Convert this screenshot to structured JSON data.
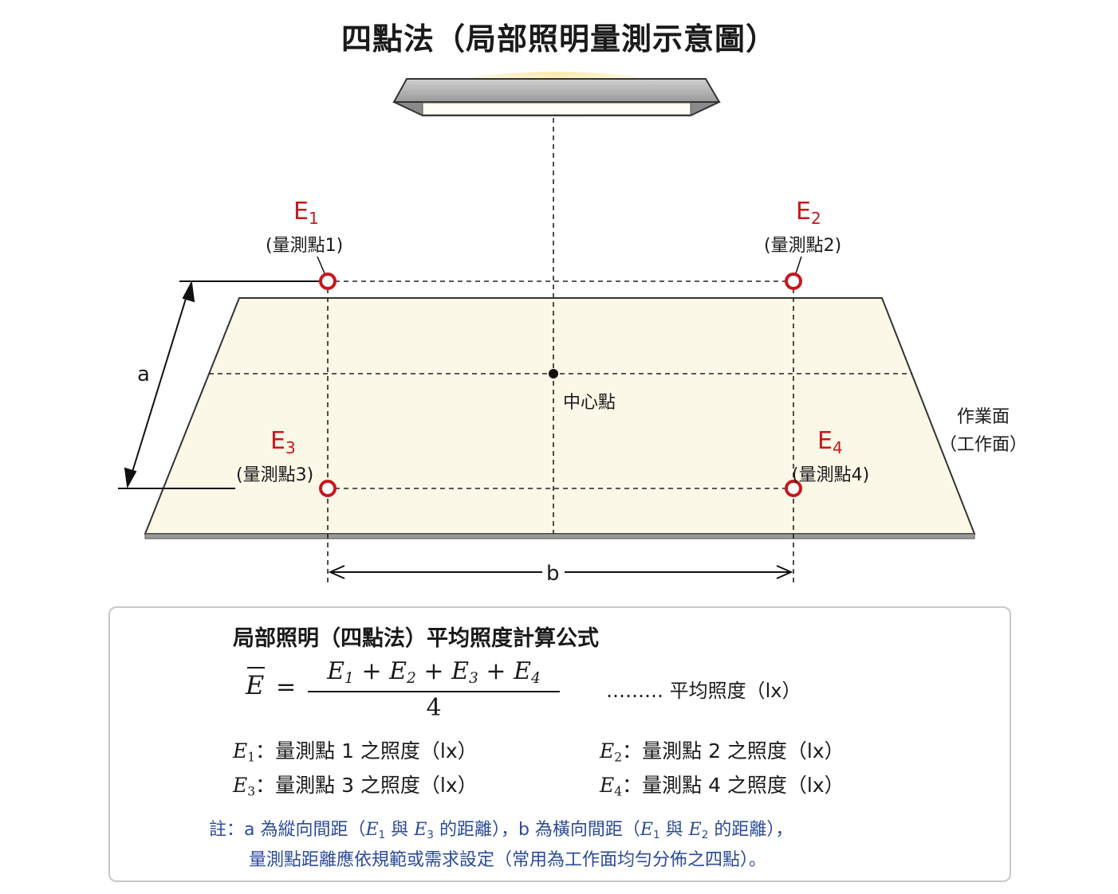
{
  "title": "四點法（局部照明量測示意圖）",
  "points": {
    "e1": {
      "symbol": "E",
      "sub": "1",
      "label": "(量測點1)"
    },
    "e2": {
      "symbol": "E",
      "sub": "2",
      "label": "(量測點2)"
    },
    "e3": {
      "symbol": "E",
      "sub": "3",
      "label": "(量測點3)"
    },
    "e4": {
      "symbol": "E",
      "sub": "4",
      "label": "(量測點4)"
    }
  },
  "center_label": "中心點",
  "surface_label_1": "作業面",
  "surface_label_2": "（工作面）",
  "dim_a": "a",
  "dim_b": "b",
  "formula": {
    "title": "局部照明（四點法）平均照度計算公式",
    "lhs": "E",
    "equals": "=",
    "plus": "+",
    "denominator": "4",
    "avg_desc": "……… 平均照度（lx）",
    "defs": [
      {
        "sym": "E",
        "sub": "1",
        "text": "：量測點 1 之照度（lx）"
      },
      {
        "sym": "E",
        "sub": "2",
        "text": "：量測點 2 之照度（lx）"
      },
      {
        "sym": "E",
        "sub": "3",
        "text": "：量測點 3 之照度（lx）"
      },
      {
        "sym": "E",
        "sub": "4",
        "text": "：量測點 4 之照度（lx）"
      }
    ],
    "note": {
      "p1": "註：a 為縱向間距（",
      "p2": "與 ",
      "p3": " 的距離），b 為橫向間距（",
      "p4": "與 ",
      "p5": " 的距離），",
      "line2": "量測點距離應依規範或需求設定（常用為工作面均勻分佈之四點）。"
    }
  },
  "colors": {
    "accent_red": "#c8161d",
    "surface_fill": "#fcf8e8",
    "note_blue": "#2b4a9a"
  }
}
